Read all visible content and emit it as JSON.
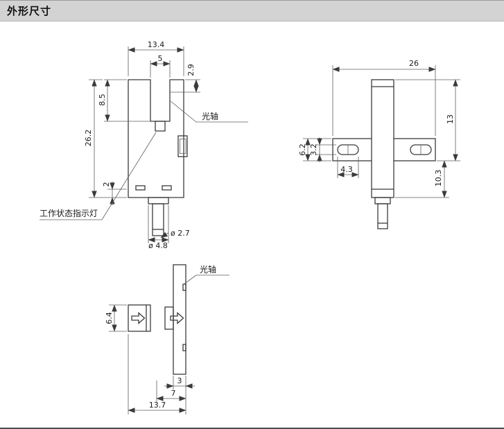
{
  "header": {
    "title": "外形尺寸"
  },
  "front_view": {
    "labels": {
      "optical_axis": "光轴",
      "status_indicator": "工作状态指示灯"
    },
    "dims": {
      "total_width": "13.4",
      "slot_width": "5",
      "top_to_axis": "2.9",
      "slot_depth": "8.5",
      "total_height": "26.2",
      "base_height": "2",
      "pin_diameter": "ø 2.7",
      "shaft_diameter": "ø 4.8"
    }
  },
  "side_view": {
    "dims": {
      "flange_length": "26",
      "upper_height": "13",
      "lower_height": "10.3",
      "flange_height": "6.2",
      "slot_height": "3.2",
      "slot_length": "4.3"
    }
  },
  "bottom_view": {
    "labels": {
      "optical_axis": "光轴"
    },
    "dims": {
      "head_depth": "6.4",
      "arm_thickness": "3",
      "arm_offset": "7",
      "total_depth": "13.7"
    }
  }
}
